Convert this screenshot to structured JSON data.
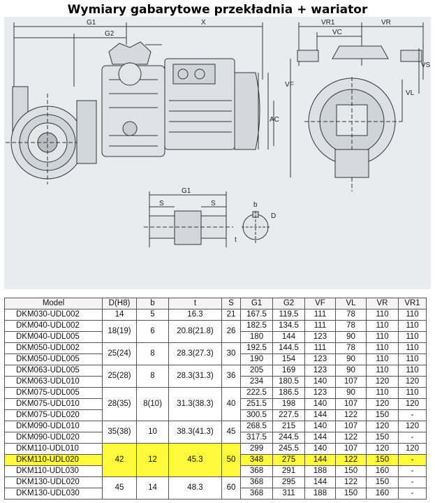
{
  "title": "Wymiary gabarytowe przekładnia + wariator",
  "drawing": {
    "labels": {
      "g1": "G1",
      "g2": "G2",
      "x": "X",
      "ac": "AC",
      "vr1": "VR1",
      "vr": "VR",
      "vc": "VC",
      "vf": "VF",
      "vl": "VL",
      "vs": "VS",
      "shaft_g1": "G1",
      "s_left": "S",
      "s_right": "S",
      "b": "b",
      "d": "D",
      "t": "t"
    }
  },
  "table": {
    "headers": [
      "Model",
      "D(H8)",
      "b",
      "t",
      "S",
      "G1",
      "G2",
      "VF",
      "VL",
      "VR",
      "VR1"
    ],
    "groups": [
      {
        "dh8": "14",
        "b": "5",
        "t": "16.3",
        "s": "21",
        "highlight": false,
        "rows": [
          {
            "model": "DKM030-UDL002",
            "g1": "167.5",
            "g2": "119.5",
            "vf": "111",
            "vl": "78",
            "vr": "110",
            "vr1": "110"
          }
        ]
      },
      {
        "dh8": "18(19)",
        "b": "6",
        "t": "20.8(21.8)",
        "s": "26",
        "highlight": false,
        "rows": [
          {
            "model": "DKM040-UDL002",
            "g1": "182.5",
            "g2": "134.5",
            "vf": "111",
            "vl": "78",
            "vr": "110",
            "vr1": "110"
          },
          {
            "model": "DKM040-UDL005",
            "g1": "180",
            "g2": "144",
            "vf": "123",
            "vl": "90",
            "vr": "110",
            "vr1": "110"
          }
        ]
      },
      {
        "dh8": "25(24)",
        "b": "8",
        "t": "28.3(27.3)",
        "s": "30",
        "highlight": false,
        "rows": [
          {
            "model": "DKM050-UDL002",
            "g1": "192.5",
            "g2": "144.5",
            "vf": "111",
            "vl": "78",
            "vr": "110",
            "vr1": "110"
          },
          {
            "model": "DKM050-UDL005",
            "g1": "190",
            "g2": "154",
            "vf": "123",
            "vl": "90",
            "vr": "110",
            "vr1": "110"
          }
        ]
      },
      {
        "dh8": "25(28)",
        "b": "8",
        "t": "28.3(31.3)",
        "s": "36",
        "highlight": false,
        "rows": [
          {
            "model": "DKM063-UDL005",
            "g1": "205",
            "g2": "169",
            "vf": "123",
            "vl": "90",
            "vr": "110",
            "vr1": "110"
          },
          {
            "model": "DKM063-UDL010",
            "g1": "234",
            "g2": "180.5",
            "vf": "140",
            "vl": "107",
            "vr": "120",
            "vr1": "120"
          }
        ]
      },
      {
        "dh8": "28(35)",
        "b": "8(10)",
        "t": "31.3(38.3)",
        "s": "40",
        "highlight": false,
        "rows": [
          {
            "model": "DKM075-UDL005",
            "g1": "222.5",
            "g2": "186.5",
            "vf": "123",
            "vl": "90",
            "vr": "110",
            "vr1": "110"
          },
          {
            "model": "DKM075-UDL010",
            "g1": "251.5",
            "g2": "198",
            "vf": "140",
            "vl": "107",
            "vr": "120",
            "vr1": "120"
          },
          {
            "model": "DKM075-UDL020",
            "g1": "300.5",
            "g2": "227.5",
            "vf": "144",
            "vl": "122",
            "vr": "150",
            "vr1": "-"
          }
        ]
      },
      {
        "dh8": "35(38)",
        "b": "10",
        "t": "38.3(41.3)",
        "s": "45",
        "highlight": false,
        "rows": [
          {
            "model": "DKM090-UDL010",
            "g1": "268.5",
            "g2": "215",
            "vf": "140",
            "vl": "107",
            "vr": "120",
            "vr1": "120"
          },
          {
            "model": "DKM090-UDL020",
            "g1": "317.5",
            "g2": "244.5",
            "vf": "144",
            "vl": "122",
            "vr": "150",
            "vr1": "-"
          }
        ]
      },
      {
        "dh8": "42",
        "b": "12",
        "t": "45.3",
        "s": "50",
        "highlight": true,
        "rows": [
          {
            "model": "DKM110-UDL010",
            "g1": "299",
            "g2": "245.5",
            "vf": "140",
            "vl": "107",
            "vr": "120",
            "vr1": "120",
            "highlight": false
          },
          {
            "model": "DKM110-UDL020",
            "g1": "348",
            "g2": "275",
            "vf": "144",
            "vl": "122",
            "vr": "150",
            "vr1": "-",
            "highlight": true
          },
          {
            "model": "DKM110-UDL030",
            "g1": "368",
            "g2": "291",
            "vf": "188",
            "vl": "150",
            "vr": "160",
            "vr1": "-",
            "highlight": false
          }
        ]
      },
      {
        "dh8": "45",
        "b": "14",
        "t": "48.3",
        "s": "60",
        "highlight": false,
        "rows": [
          {
            "model": "DKM130-UDL020",
            "g1": "368",
            "g2": "295",
            "vf": "144",
            "vl": "122",
            "vr": "150",
            "vr1": "-"
          },
          {
            "model": "DKM130-UDL030",
            "g1": "368",
            "g2": "311",
            "vf": "188",
            "vl": "150",
            "vr": "160",
            "vr1": "-"
          }
        ]
      }
    ]
  },
  "colors": {
    "highlight": "#fffb3c",
    "drawing_bg": "#e9ecef"
  }
}
